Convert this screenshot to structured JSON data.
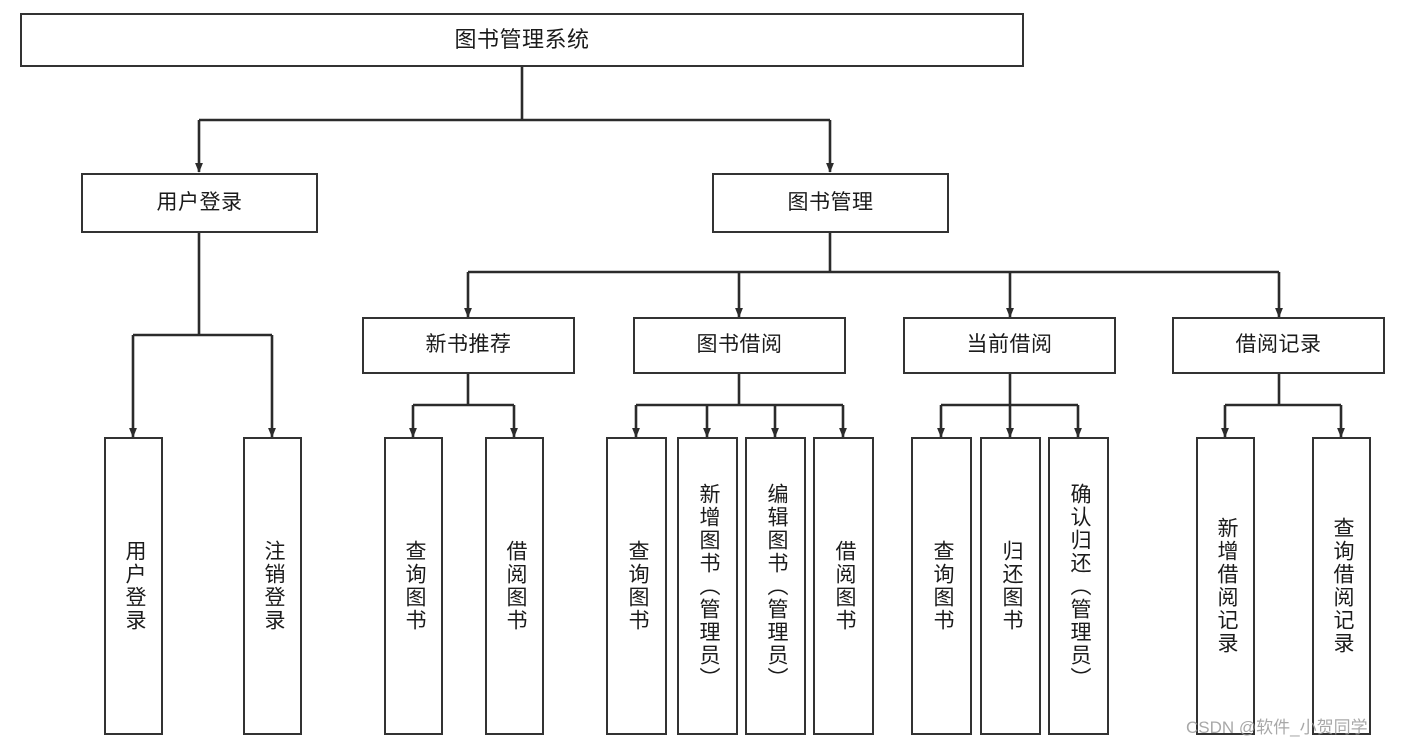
{
  "diagram": {
    "title": "图书管理系统",
    "watermark": "CSDN @软件_小贺同学",
    "line_color": "#333333",
    "box_fill": "#ffffff",
    "text_color": "#1b1b1b",
    "root": {
      "label": "图书管理系统"
    },
    "level2": [
      {
        "id": "user-login",
        "label": "用户登录"
      },
      {
        "id": "book-management",
        "label": "图书管理"
      }
    ],
    "level3": [
      {
        "id": "new-book-recommend",
        "label": "新书推荐",
        "parent": "book-management"
      },
      {
        "id": "book-borrow",
        "label": "图书借阅",
        "parent": "book-management"
      },
      {
        "id": "current-borrow",
        "label": "当前借阅",
        "parent": "book-management"
      },
      {
        "id": "borrow-record",
        "label": "借阅记录",
        "parent": "book-management"
      }
    ],
    "leaves": {
      "user-login": [
        {
          "id": "leaf-user-login",
          "label": "用户登录"
        },
        {
          "id": "leaf-user-logout",
          "label": "注销登录"
        }
      ],
      "new-book-recommend": [
        {
          "id": "leaf-query-book-1",
          "label": "查询图书"
        },
        {
          "id": "leaf-borrow-book-1",
          "label": "借阅图书"
        }
      ],
      "book-borrow": [
        {
          "id": "leaf-query-book-2",
          "label": "查询图书"
        },
        {
          "id": "leaf-add-book",
          "label": "新增图书（管理员）"
        },
        {
          "id": "leaf-edit-book",
          "label": "编辑图书（管理员）"
        },
        {
          "id": "leaf-borrow-book-2",
          "label": "借阅图书"
        }
      ],
      "current-borrow": [
        {
          "id": "leaf-query-book-3",
          "label": "查询图书"
        },
        {
          "id": "leaf-return-book",
          "label": "归还图书"
        },
        {
          "id": "leaf-confirm-return",
          "label": "确认归还（管理员）"
        }
      ],
      "borrow-record": [
        {
          "id": "leaf-add-record",
          "label": "新增借阅记录"
        },
        {
          "id": "leaf-query-record",
          "label": "查询借阅记录"
        }
      ]
    }
  }
}
